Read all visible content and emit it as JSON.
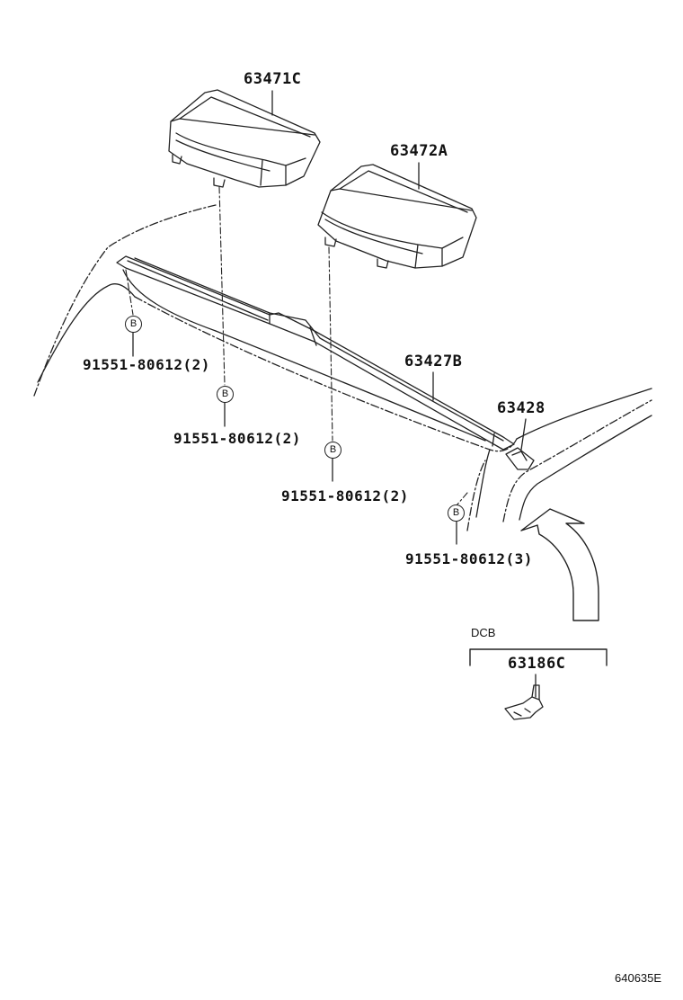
{
  "parts": {
    "p63471c": "63471C",
    "p63472a": "63472A",
    "p63427b": "63427B",
    "p63428": "63428",
    "p63186c": "63186C"
  },
  "fasteners": [
    {
      "callout": "B",
      "part": "91551-80612",
      "qty": "(2)"
    },
    {
      "callout": "B",
      "part": "91551-80612",
      "qty": "(2)"
    },
    {
      "callout": "B",
      "part": "91551-80612",
      "qty": "(2)"
    },
    {
      "callout": "B",
      "part": "91551-80612",
      "qty": "(3)"
    }
  ],
  "option_group": {
    "label": "DCB"
  },
  "figure_code": "640635E"
}
